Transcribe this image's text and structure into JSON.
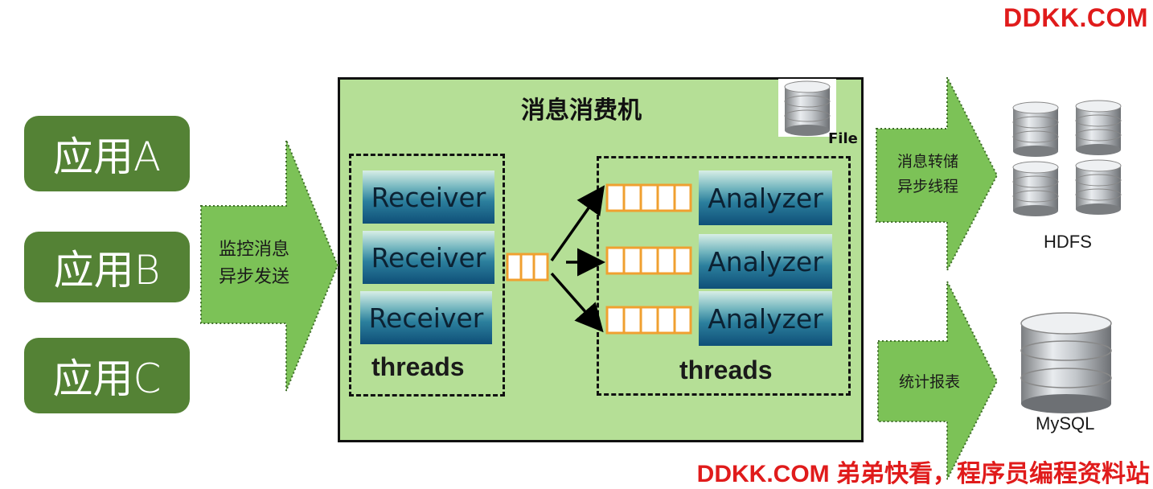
{
  "watermark": {
    "top": "DDKK.COM",
    "bottom": "DDKK.COM 弟弟快看，程序员编程资料站"
  },
  "apps": [
    {
      "label": "应用A"
    },
    {
      "label": "应用B"
    },
    {
      "label": "应用C"
    }
  ],
  "arrows": {
    "monitor_line1": "监控消息",
    "monitor_line2": "异步发送",
    "async_line1": "消息转储",
    "async_line2": "异步线程",
    "report": "统计报表"
  },
  "consumer": {
    "title": "消息消费机",
    "file_label": "File",
    "receivers": [
      "Receiver",
      "Receiver",
      "Receiver"
    ],
    "analyzers": [
      "Analyzer",
      "Analyzer",
      "Analyzer"
    ],
    "threads_left": "threads",
    "threads_right": "threads"
  },
  "storage": {
    "hdfs_label": "HDFS",
    "mysql_label": "MySQL"
  },
  "colors": {
    "app_green": "#548235",
    "consumer_bg": "#b5df96",
    "arrow_green": "#7cc257",
    "queue_orange": "#f0a030",
    "watermark_red": "#e01b1b"
  }
}
